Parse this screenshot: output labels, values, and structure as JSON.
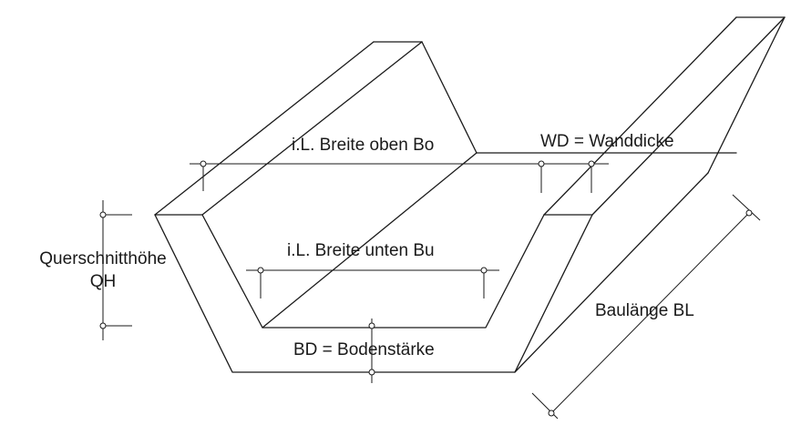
{
  "labels": {
    "breite_oben": "i.L. Breite oben Bo",
    "wanddicke": "WD = Wanddicke",
    "breite_unten": "i.L. Breite unten Bu",
    "querschnitthoehe_line1": "Querschnitthöhe",
    "querschnitthoehe_line2": "QH",
    "bodenstaerke": "BD = Bodenstärke",
    "baulaenge": "Baulänge BL"
  },
  "colors": {
    "line": "#1a1a1a",
    "background": "#ffffff"
  }
}
